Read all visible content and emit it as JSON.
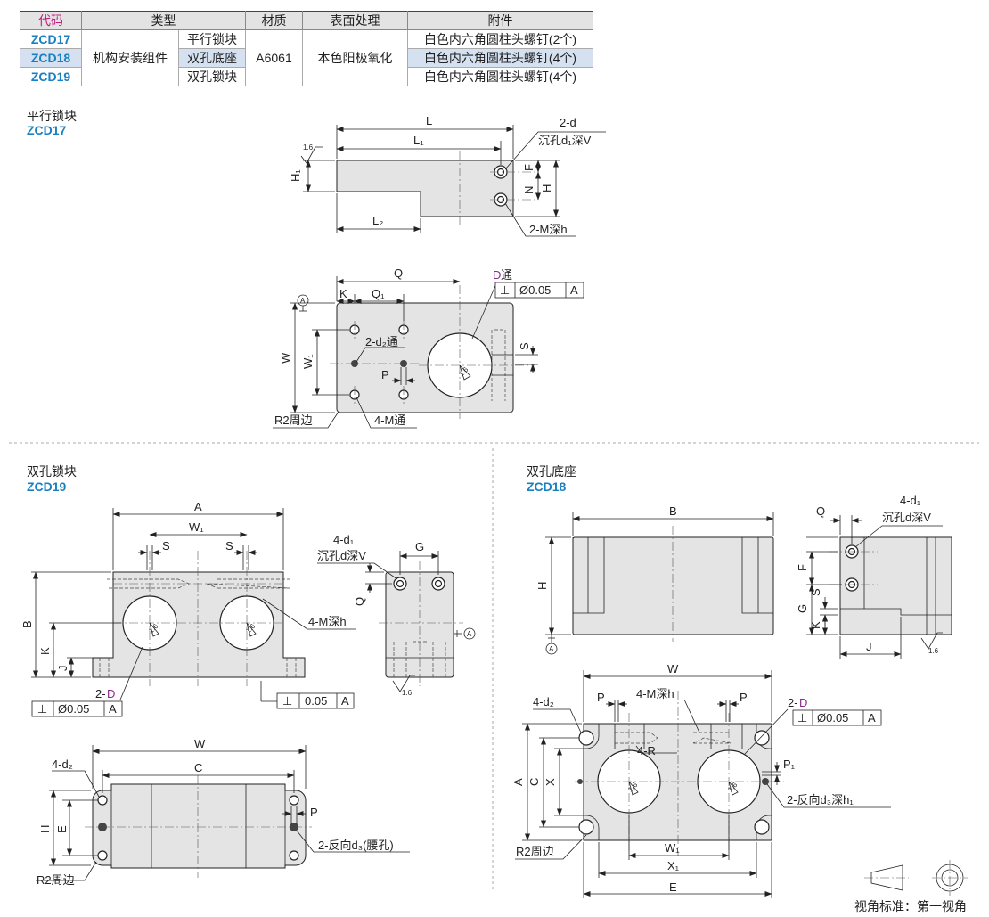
{
  "table": {
    "headers": [
      "代码",
      "类型",
      "材质",
      "表面处理",
      "附件"
    ],
    "rows": [
      {
        "code": "ZCD17",
        "type": "平行锁块",
        "accessory": "白色内六角圆柱头螺钉(2个)"
      },
      {
        "code": "ZCD18",
        "type": "双孔底座",
        "accessory": "白色内六角圆柱头螺钉(4个)"
      },
      {
        "code": "ZCD19",
        "type": "双孔锁块",
        "accessory": "白色内六角圆柱头螺钉(4个)"
      }
    ],
    "group": "机构安装组件",
    "material": "A6061",
    "surface": "本色阳极氧化",
    "highlight_color": "#d5e1f1"
  },
  "sections": {
    "zcd17": {
      "title": "平行锁块",
      "code": "ZCD17"
    },
    "zcd19": {
      "title": "双孔锁块",
      "code": "ZCD19"
    },
    "zcd18": {
      "title": "双孔底座",
      "code": "ZCD18"
    }
  },
  "labels": {
    "L": "L",
    "L1": "L₁",
    "L2": "L₂",
    "H1": "H₁",
    "F": "F",
    "N": "N",
    "H": "H",
    "d2_cb": "2-d",
    "cb_d1V": "沉孔d₁深V",
    "m_depth_2": "2-M深h",
    "Q": "Q",
    "K": "K",
    "Q1": "Q₁",
    "D": "D",
    "D_suffix": "通",
    "perp": "⊥",
    "tol": "Ø0.05",
    "datum": "A",
    "datum_circle": "A",
    "W": "W",
    "W1": "W₁",
    "d2_thru": "2-d₂通",
    "P": "P",
    "S": "S",
    "R2": "R2周边",
    "m4_thru": "4-M通",
    "A": "A",
    "B": "B",
    "J": "J",
    "m4_depth": "4-M深h",
    "d2D_prefix": "2-",
    "tol2": "0.05",
    "d1_4": "4-d₁",
    "cb_dV": "沉孔d深V",
    "G": "G",
    "d2_4": "4-d₂",
    "C": "C",
    "E": "E",
    "rev_d3_slot": "2-反向d₃(腰孔)",
    "X": "X",
    "X1": "X₁",
    "R4": "4-R",
    "P1": "P₁",
    "rev_d3_h1": "2-反向d₃深h₁",
    "rough": "1.6",
    "view_std": "视角标准：第一视角"
  },
  "colors": {
    "code": "#1a80c0",
    "header_code": "#c0187d",
    "D_label": "#8a2a8c",
    "part_fill": "#e4e4e4"
  }
}
